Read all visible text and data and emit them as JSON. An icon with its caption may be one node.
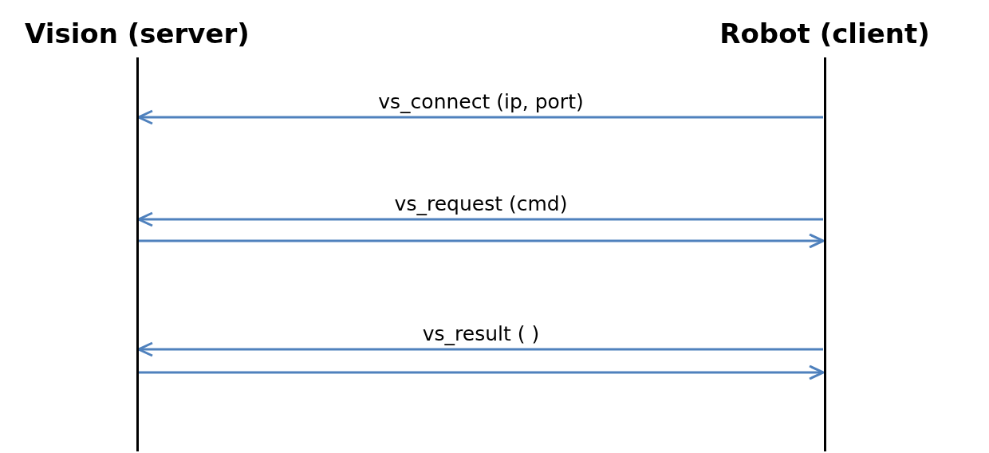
{
  "diagram": {
    "nodes": [
      {
        "text": [
          "Vision (server)"
        ]
      },
      {
        "text": [
          "Robot (client)"
        ]
      }
    ],
    "edges": [
      {
        "from": 1,
        "to": 0,
        "arrow": "to",
        "label": "vs_connect (ip, port)"
      },
      {
        "from": 1,
        "to": 0,
        "arrow": "to",
        "label": "vs_request (cmd)"
      },
      {
        "from": 0,
        "to": 1,
        "arrow": "to"
      },
      {
        "from": 1,
        "to": 0,
        "arrow": "to",
        "label": "vs_result ( )"
      },
      {
        "from": 0,
        "to": 1,
        "arrow": "to"
      }
    ]
  }
}
